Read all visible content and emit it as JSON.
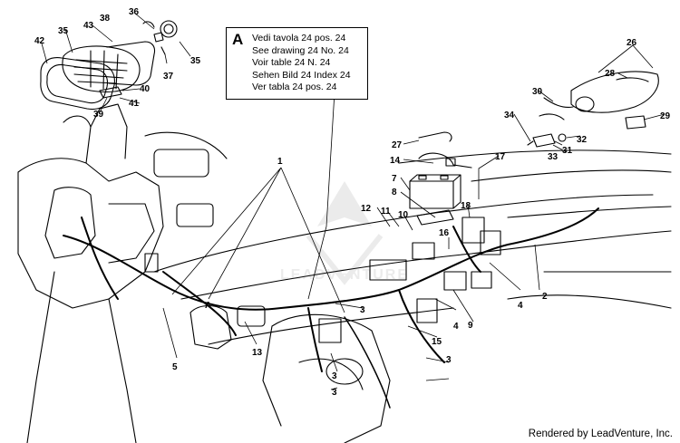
{
  "note": {
    "letter": "A",
    "lines": [
      "Vedi tavola 24 pos. 24",
      "See drawing 24 No. 24",
      "Voir table 24 N. 24",
      "Sehen Bild 24 Index 24",
      "Ver tabla 24 pos. 24"
    ]
  },
  "callouts": [
    "1",
    "2",
    "3",
    "3",
    "3",
    "3",
    "4",
    "4",
    "5",
    "7",
    "8",
    "9",
    "10",
    "11",
    "12",
    "13",
    "14",
    "15",
    "16",
    "17",
    "18",
    "26",
    "27",
    "28",
    "29",
    "30",
    "31",
    "32",
    "33",
    "34",
    "35",
    "35",
    "36",
    "37",
    "38",
    "39",
    "40",
    "41",
    "42",
    "43",
    "A"
  ],
  "credit": "Rendered by LeadVenture, Inc.",
  "watermark": "LEADVENTURE"
}
